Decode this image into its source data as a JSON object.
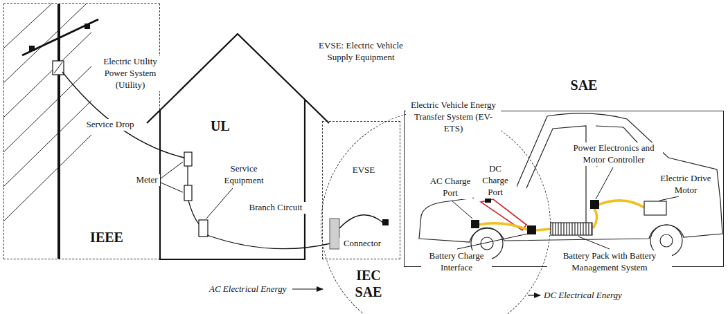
{
  "diagram": {
    "nodes": [
      {
        "text": [
          "Electric Utility Power System (Utility)",
          "IEEE"
        ]
      },
      {
        "text": [
          "UL"
        ]
      },
      {
        "text": [
          "Electric Vehicle Energy Transfer System (EV-ETS)",
          "IEC SAE"
        ]
      },
      {
        "text": [
          "EVSE"
        ]
      },
      {
        "text": [
          "SAE"
        ]
      }
    ],
    "labels": [
      "Service Drop",
      "Meter",
      "Service Equipment",
      "Branch Circuit",
      "EVSE: Electric Vehicle Supply Equipment",
      "Connector",
      "DC Charge Port",
      "AC Charge Port",
      "Power Electronics and Motor Controller",
      "Electric Drive Motor",
      "Battery Charge Interface",
      "Battery Pack with Battery Management System",
      "AC Electrical Energy",
      "DC Electrical Energy"
    ]
  }
}
